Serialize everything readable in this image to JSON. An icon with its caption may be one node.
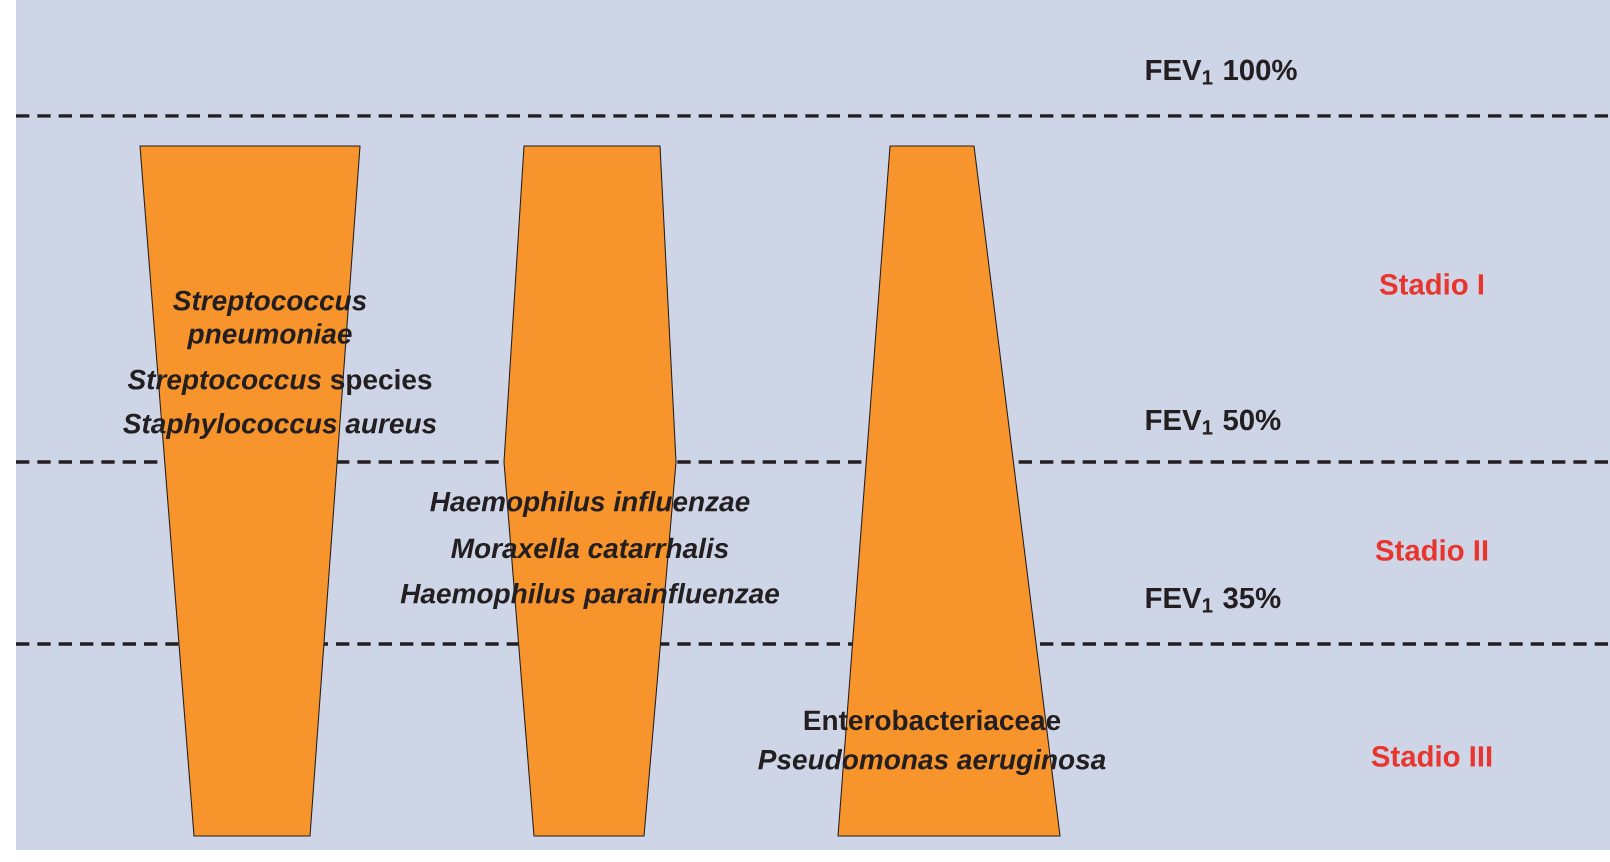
{
  "diagram": {
    "nodes": [
      {
        "text": [
          "Streptococcus pneumoniae",
          "*Streptococcus* species",
          "Staphylococcus aureus"
        ]
      },
      {
        "text": [
          "Haemophilus  influenzae",
          "Moraxella catarrhalis",
          "Haemophilus parainfluenzae"
        ]
      },
      {
        "text": [
          "Enterobacteriaceae",
          "Pseudomonas aeruginosa"
        ]
      }
    ],
    "labels": [
      "FEV$_{1}$ 100%",
      "Stadio I",
      "FEV$_{1}$ 50%",
      "Stadio II",
      "FEV$_{1}$ 35%",
      "Stadio III"
    ]
  }
}
